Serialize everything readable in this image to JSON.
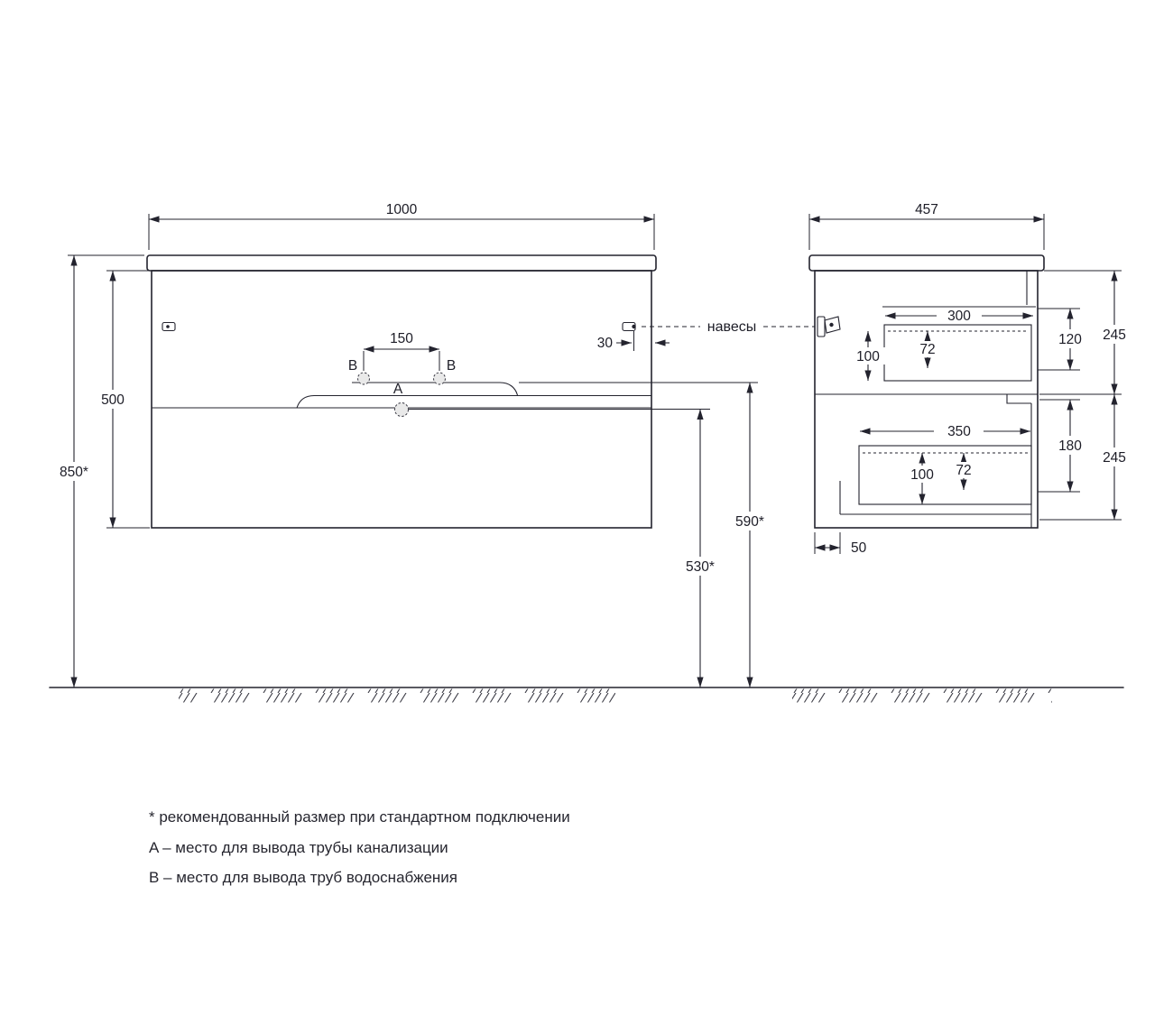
{
  "front_view": {
    "dim_width": "1000",
    "dim_total_height": "850*",
    "dim_cabinet_height": "500",
    "dim_holes_spacing": "150",
    "dim_hinge_offset": "30",
    "dim_drain_height": "530*",
    "dim_supply_height": "590*",
    "label_a": "A",
    "label_b": "B",
    "hangers_label": "навесы"
  },
  "side_view": {
    "dim_depth": "457",
    "top_drawer": {
      "dim_length": "300",
      "dim_inner_height": "100",
      "dim_rim_height": "72",
      "dim_front_height": "120",
      "dim_section_height": "245"
    },
    "bottom_drawer": {
      "dim_length": "350",
      "dim_inner_height": "100",
      "dim_rim_height": "72",
      "dim_front_height": "180",
      "dim_section_height": "245"
    },
    "dim_back_offset": "50"
  },
  "notes": [
    "* рекомендованный размер при стандартном подключении",
    "A – место для вывода трубы канализации",
    "B – место для вывода труб водоснабжения"
  ]
}
